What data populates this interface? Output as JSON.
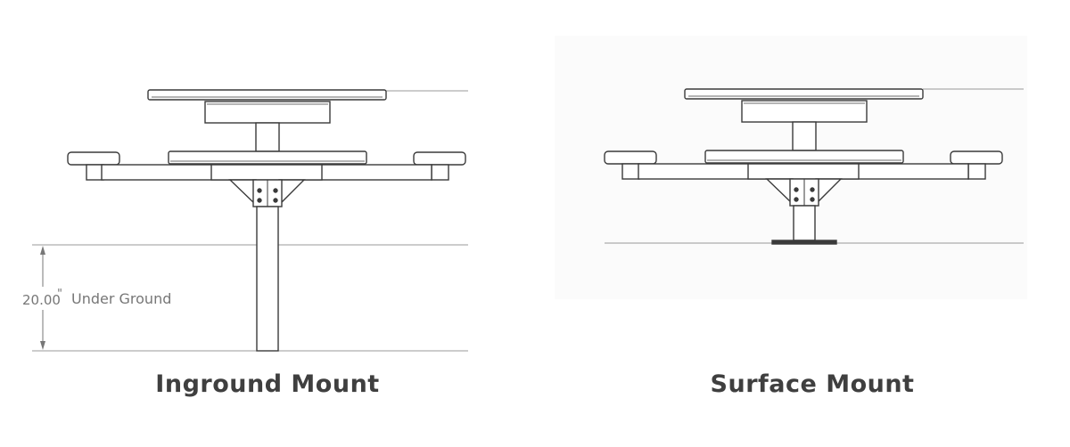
{
  "inground": {
    "caption": "Inground Mount",
    "dimension_value": "20.00",
    "dimension_unit": "\"",
    "dimension_text": "Under Ground"
  },
  "surface": {
    "caption": "Surface Mount"
  },
  "colors": {
    "line": "#3a3a3a",
    "guide": "#9a9a9a",
    "caption": "#3f3f3f",
    "panel": "#fbfbfb"
  }
}
